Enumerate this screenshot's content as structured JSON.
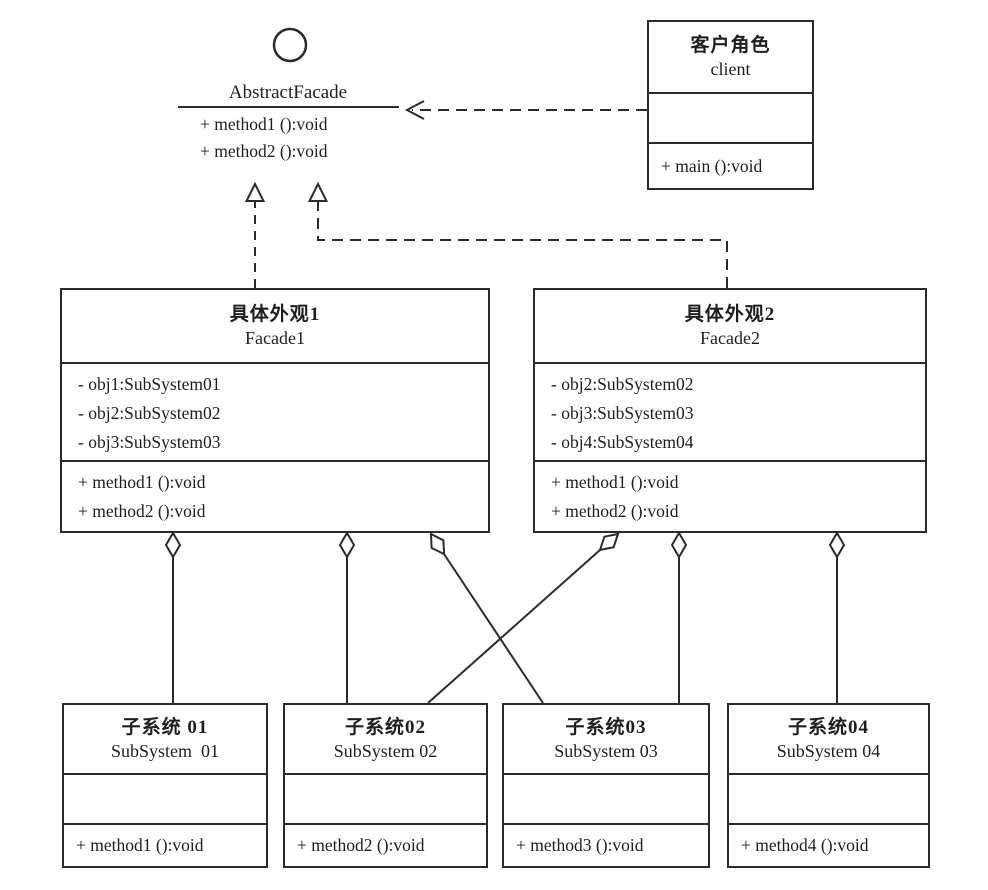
{
  "diagram": {
    "kind": "uml-class-diagram",
    "pattern": "Facade",
    "line_color": "#2b2b2b",
    "background": "#ffffff"
  },
  "interface_class": {
    "name": "AbstractFacade",
    "methods": [
      "+ method1 ():void",
      "+ method2 ():void"
    ]
  },
  "client_class": {
    "name_zh": "客户角色",
    "name_en": "client",
    "methods": [
      "+ main ():void"
    ]
  },
  "facades": [
    {
      "name_zh": "具体外观1",
      "name_en": "Facade1",
      "attributes": [
        "- obj1:SubSystem01",
        "- obj2:SubSystem02",
        "- obj3:SubSystem03"
      ],
      "methods": [
        "+ method1 ():void",
        "+ method2 ():void"
      ]
    },
    {
      "name_zh": "具体外观2",
      "name_en": "Facade2",
      "attributes": [
        "- obj2:SubSystem02",
        "- obj3:SubSystem03",
        "- obj4:SubSystem04"
      ],
      "methods": [
        "+ method1 ():void",
        "+ method2 ():void"
      ]
    }
  ],
  "subsystems": [
    {
      "name_zh": "子系统 01",
      "name_en": "SubSystem  01",
      "methods": [
        "+ method1 ():void"
      ]
    },
    {
      "name_zh": "子系统02",
      "name_en": "SubSystem 02",
      "methods": [
        "+ method2 ():void"
      ]
    },
    {
      "name_zh": "子系统03",
      "name_en": "SubSystem 03",
      "methods": [
        "+ method3 ():void"
      ]
    },
    {
      "name_zh": "子系统04",
      "name_en": "SubSystem 04",
      "methods": [
        "+ method4 ():void"
      ]
    }
  ],
  "relations": [
    {
      "type": "dependency",
      "from": "client",
      "to": "AbstractFacade"
    },
    {
      "type": "realization",
      "from": "Facade1",
      "to": "AbstractFacade"
    },
    {
      "type": "realization",
      "from": "Facade2",
      "to": "AbstractFacade"
    },
    {
      "type": "aggregation",
      "from": "Facade1",
      "to": "SubSystem01"
    },
    {
      "type": "aggregation",
      "from": "Facade1",
      "to": "SubSystem02"
    },
    {
      "type": "aggregation",
      "from": "Facade1",
      "to": "SubSystem03"
    },
    {
      "type": "aggregation",
      "from": "Facade2",
      "to": "SubSystem02"
    },
    {
      "type": "aggregation",
      "from": "Facade2",
      "to": "SubSystem03"
    },
    {
      "type": "aggregation",
      "from": "Facade2",
      "to": "SubSystem04"
    }
  ]
}
